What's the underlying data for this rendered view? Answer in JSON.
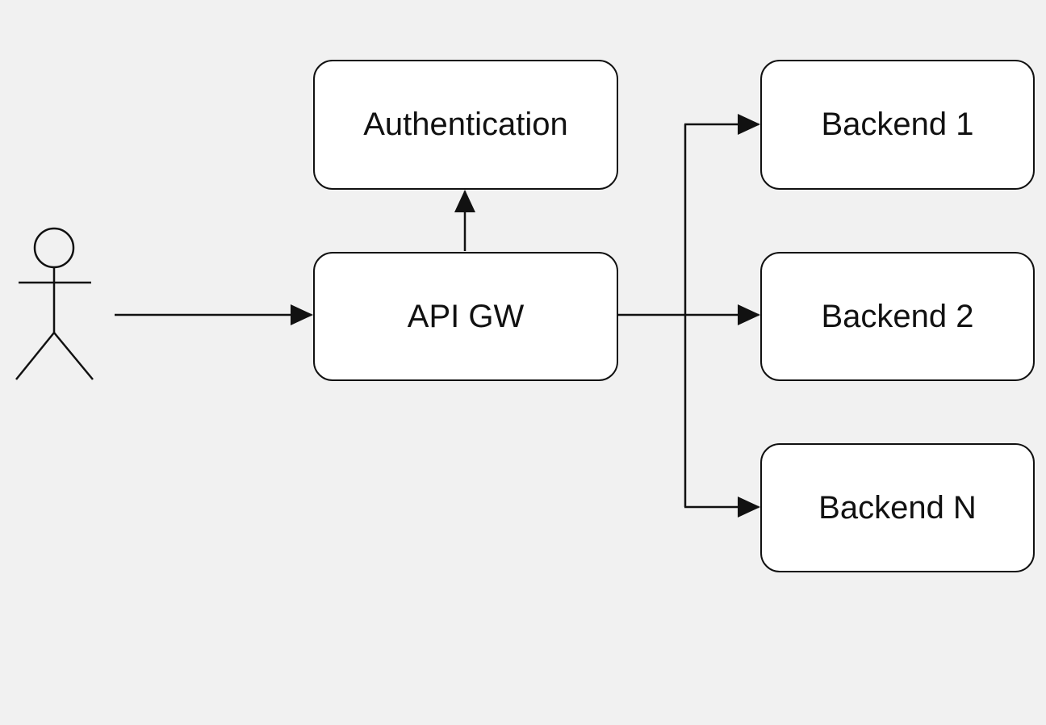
{
  "diagram": {
    "actor": {
      "shape": "stick-figure"
    },
    "nodes": {
      "authentication": "Authentication",
      "api_gateway": "API GW",
      "backend_1": "Backend 1",
      "backend_2": "Backend 2",
      "backend_n": "Backend N"
    },
    "edges": [
      {
        "from": "actor",
        "to": "api_gateway"
      },
      {
        "from": "api_gateway",
        "to": "authentication"
      },
      {
        "from": "api_gateway",
        "to": "backend_1"
      },
      {
        "from": "api_gateway",
        "to": "backend_2"
      },
      {
        "from": "api_gateway",
        "to": "backend_n"
      }
    ],
    "colors": {
      "background": "#f1f1f1",
      "node_fill": "#ffffff",
      "stroke": "#111111"
    }
  }
}
